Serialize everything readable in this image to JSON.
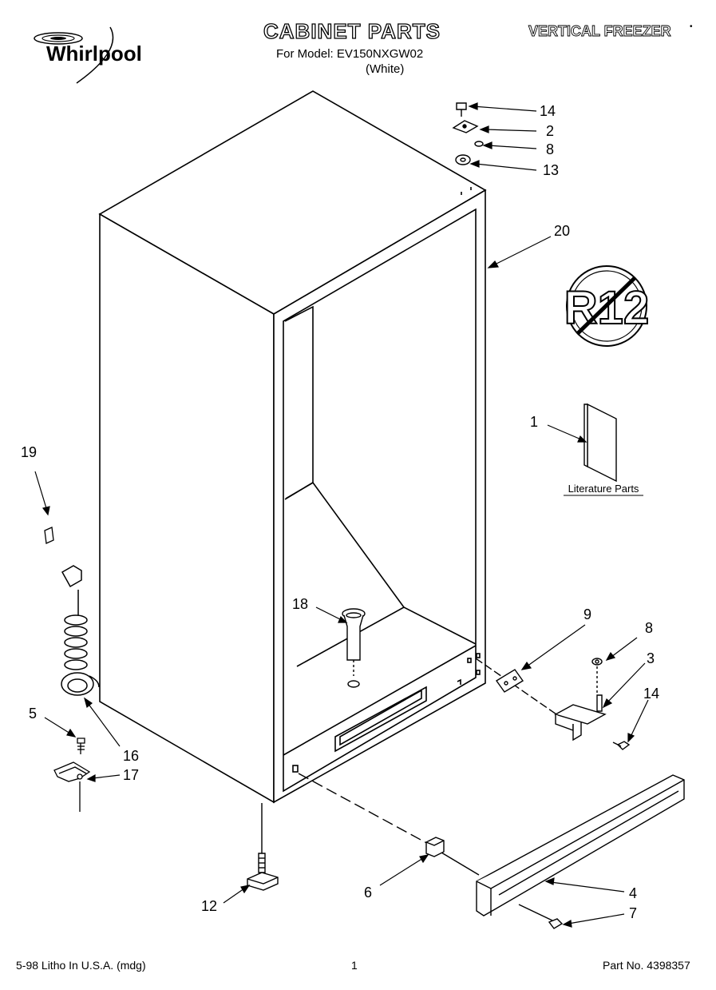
{
  "header": {
    "brand": "Whirlpool",
    "title": "CABINET PARTS",
    "category": "VERTICAL FREEZER",
    "model_line": "For Model: EV150NXGW02",
    "color_line": "(White)"
  },
  "badge": {
    "text": "R12"
  },
  "literature": {
    "label": "Literature Parts"
  },
  "callouts": {
    "c1": "1",
    "c2": "2",
    "c3": "3",
    "c4": "4",
    "c5": "5",
    "c6": "6",
    "c7": "7",
    "c8a": "8",
    "c8b": "8",
    "c9": "9",
    "c12": "12",
    "c13": "13",
    "c14a": "14",
    "c14b": "14",
    "c16": "16",
    "c17": "17",
    "c18": "18",
    "c19": "19",
    "c20": "20"
  },
  "footer": {
    "litho": "5-98 Litho In U.S.A. (mdg)",
    "page": "1",
    "part_number": "Part No. 4398357"
  }
}
